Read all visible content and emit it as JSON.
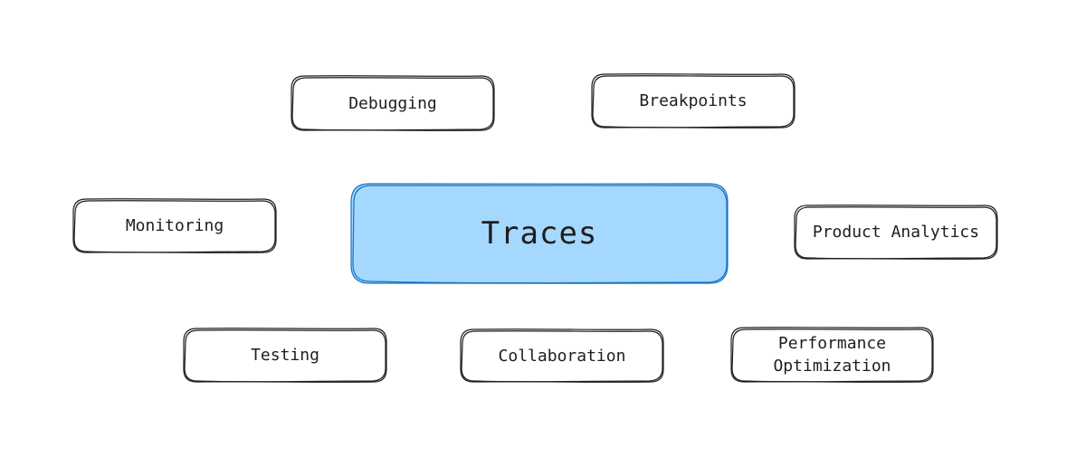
{
  "center": {
    "label": "Traces",
    "fill": "#a5d8ff",
    "stroke": "#1971c2"
  },
  "stroke_color": "#1e1e1e",
  "nodes": [
    {
      "id": "debugging",
      "label": "Debugging"
    },
    {
      "id": "breakpoints",
      "label": "Breakpoints"
    },
    {
      "id": "monitoring",
      "label": "Monitoring"
    },
    {
      "id": "product-analytics",
      "label": "Product Analytics"
    },
    {
      "id": "testing",
      "label": "Testing"
    },
    {
      "id": "collaboration",
      "label": "Collaboration"
    },
    {
      "id": "performance-optimization",
      "label": "Performance\nOptimization"
    }
  ]
}
